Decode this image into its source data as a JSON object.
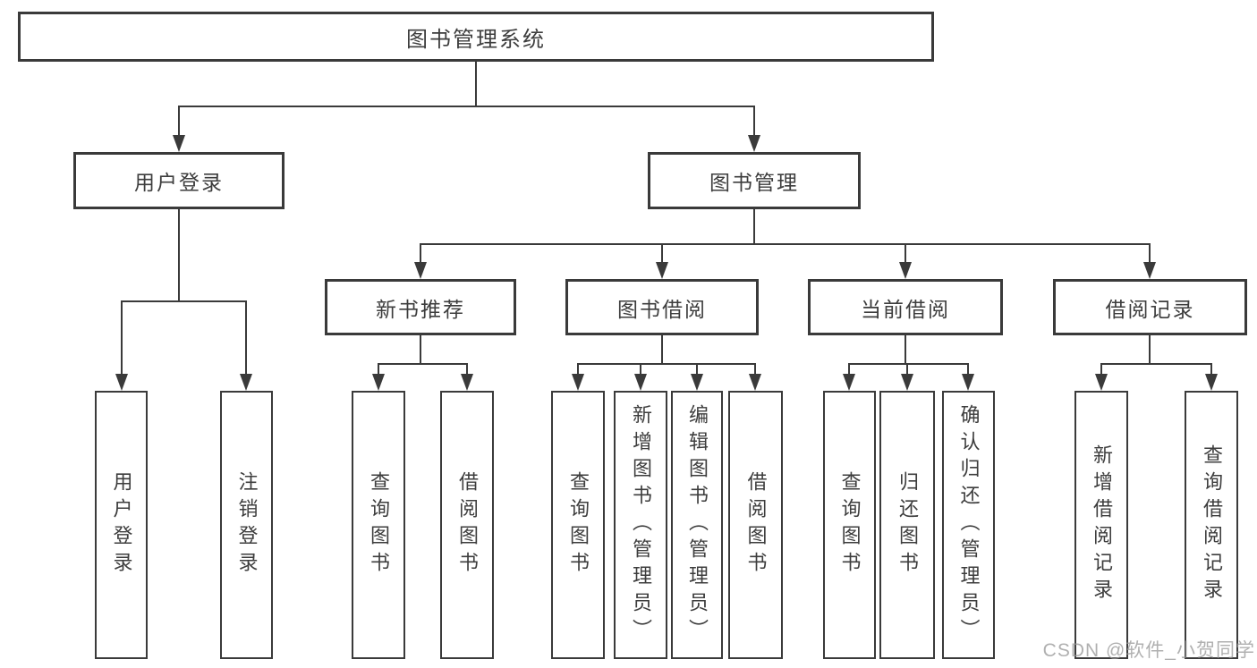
{
  "tree": {
    "root": {
      "label": "图书管理系统"
    },
    "children": [
      {
        "label": "用户登录",
        "children": [
          {
            "label": "用户登录"
          },
          {
            "label": "注销登录"
          }
        ]
      },
      {
        "label": "图书管理",
        "children": [
          {
            "label": "新书推荐",
            "children": [
              {
                "label": "查询图书"
              },
              {
                "label": "借阅图书"
              }
            ]
          },
          {
            "label": "图书借阅",
            "children": [
              {
                "label": "查询图书"
              },
              {
                "label": "新增图书（管理员）"
              },
              {
                "label": "编辑图书（管理员）"
              },
              {
                "label": "借阅图书"
              }
            ]
          },
          {
            "label": "当前借阅",
            "children": [
              {
                "label": "查询图书"
              },
              {
                "label": "归还图书"
              },
              {
                "label": "确认归还（管理员）"
              }
            ]
          },
          {
            "label": "借阅记录",
            "children": [
              {
                "label": "新增借阅记录"
              },
              {
                "label": "查询借阅记录"
              }
            ]
          }
        ]
      }
    ]
  },
  "watermark": {
    "text": "CSDN @软件_小贺同学"
  },
  "colors": {
    "line": "#3a3a3a",
    "text": "#3d3d3d",
    "background": "#ffffff",
    "watermark": "#969696"
  }
}
